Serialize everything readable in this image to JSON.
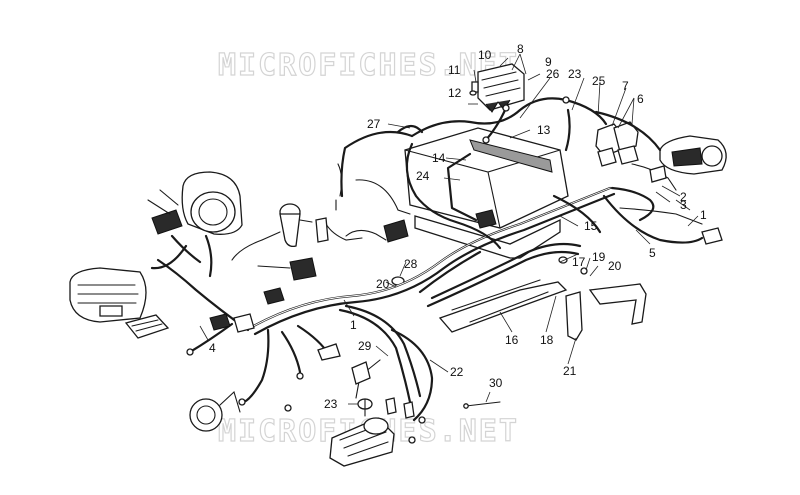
{
  "watermark": {
    "top": "MICROFICHES.NET",
    "bottom": "MICROFICHES.NET"
  },
  "callouts": [
    {
      "id": "c1",
      "text": "1"
    },
    {
      "id": "c1b",
      "text": "1"
    },
    {
      "id": "c2",
      "text": "2"
    },
    {
      "id": "c3",
      "text": "3"
    },
    {
      "id": "c4",
      "text": "4"
    },
    {
      "id": "c5",
      "text": "5"
    },
    {
      "id": "c6",
      "text": "6"
    },
    {
      "id": "c7",
      "text": "7"
    },
    {
      "id": "c8",
      "text": "8"
    },
    {
      "id": "c9",
      "text": "9"
    },
    {
      "id": "c10",
      "text": "10"
    },
    {
      "id": "c11",
      "text": "11"
    },
    {
      "id": "c12",
      "text": "12"
    },
    {
      "id": "c13",
      "text": "13"
    },
    {
      "id": "c14",
      "text": "14"
    },
    {
      "id": "c15",
      "text": "15"
    },
    {
      "id": "c16",
      "text": "16"
    },
    {
      "id": "c17",
      "text": "17"
    },
    {
      "id": "c18",
      "text": "18"
    },
    {
      "id": "c19",
      "text": "19"
    },
    {
      "id": "c20a",
      "text": "20"
    },
    {
      "id": "c20b",
      "text": "20"
    },
    {
      "id": "c21",
      "text": "21"
    },
    {
      "id": "c22",
      "text": "22"
    },
    {
      "id": "c23a",
      "text": "23"
    },
    {
      "id": "c23b",
      "text": "23"
    },
    {
      "id": "c24",
      "text": "24"
    },
    {
      "id": "c25",
      "text": "25"
    },
    {
      "id": "c26",
      "text": "26"
    },
    {
      "id": "c27",
      "text": "27"
    },
    {
      "id": "c28",
      "text": "28"
    },
    {
      "id": "c29",
      "text": "29"
    },
    {
      "id": "c30",
      "text": "30"
    }
  ]
}
